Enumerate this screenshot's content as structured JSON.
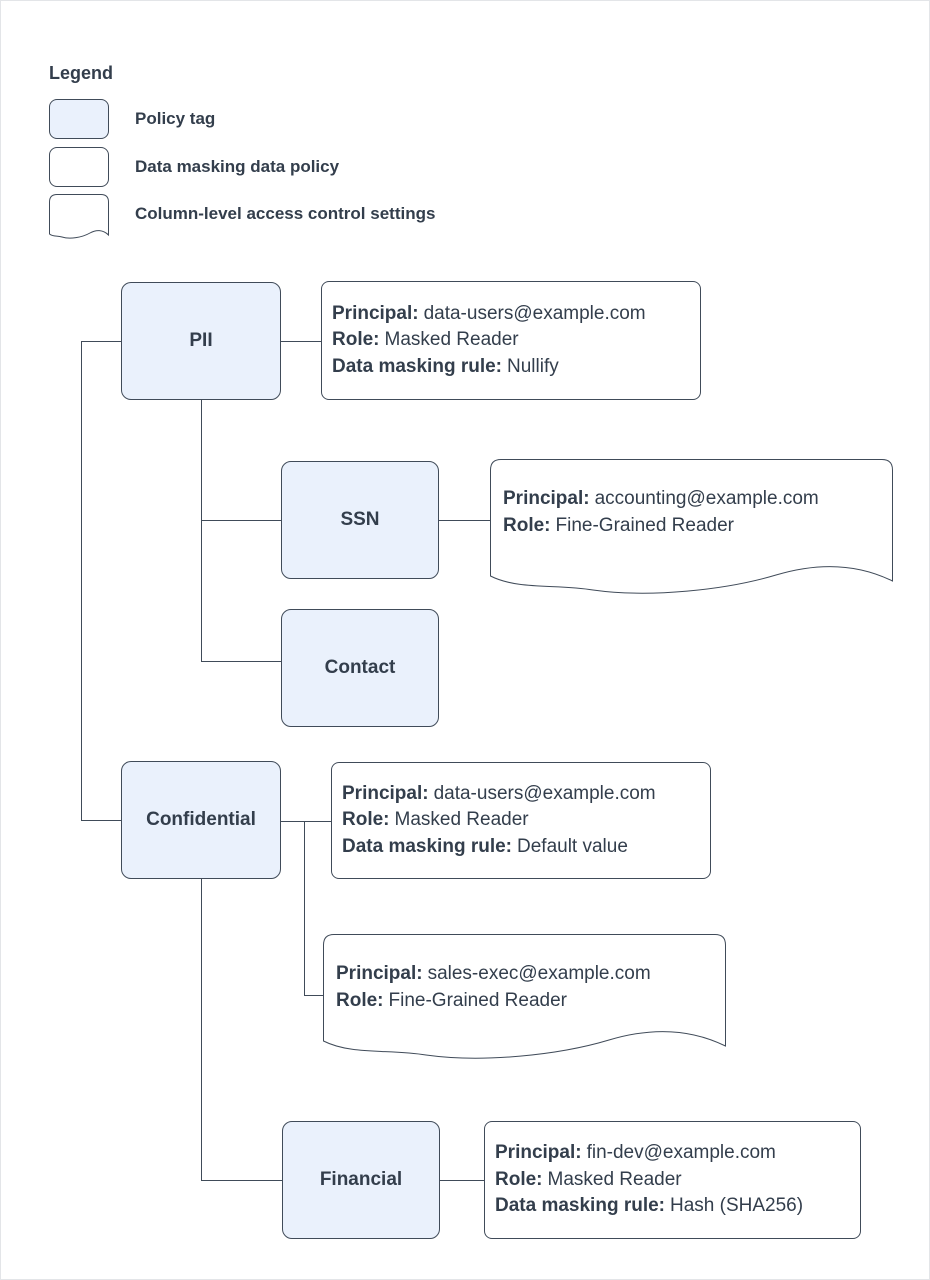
{
  "colors": {
    "policy_tag_fill": "#eaf1fc",
    "shape_stroke": "#404b59",
    "text": "#333e4c",
    "background": "#ffffff"
  },
  "legend": {
    "title": "Legend",
    "items": [
      {
        "shape": "policy-tag",
        "label": "Policy tag"
      },
      {
        "shape": "data-masking-data-policy",
        "label": "Data masking data policy"
      },
      {
        "shape": "column-level-access-control-settings",
        "label": "Column-level access control settings"
      }
    ]
  },
  "tags": {
    "pii": {
      "label": "PII"
    },
    "ssn": {
      "label": "SSN"
    },
    "contact": {
      "label": "Contact"
    },
    "confidential": {
      "label": "Confidential"
    },
    "financial": {
      "label": "Financial"
    }
  },
  "policies": {
    "pii_masking": {
      "principal_label": "Principal:",
      "principal": "data-users@example.com",
      "role_label": "Role:",
      "role": "Masked Reader",
      "rule_label": "Data masking rule:",
      "rule": "Nullify"
    },
    "ssn_access": {
      "principal_label": "Principal:",
      "principal": "accounting@example.com",
      "role_label": "Role:",
      "role": "Fine-Grained Reader"
    },
    "confidential_masking": {
      "principal_label": "Principal:",
      "principal": "data-users@example.com",
      "role_label": "Role:",
      "role": "Masked Reader",
      "rule_label": "Data masking rule:",
      "rule": "Default value"
    },
    "confidential_access": {
      "principal_label": "Principal:",
      "principal": "sales-exec@example.com",
      "role_label": "Role:",
      "role": "Fine-Grained Reader"
    },
    "financial_masking": {
      "principal_label": "Principal:",
      "principal": "fin-dev@example.com",
      "role_label": "Role:",
      "role": "Masked Reader",
      "rule_label": "Data masking rule:",
      "rule": "Hash (SHA256)"
    }
  }
}
